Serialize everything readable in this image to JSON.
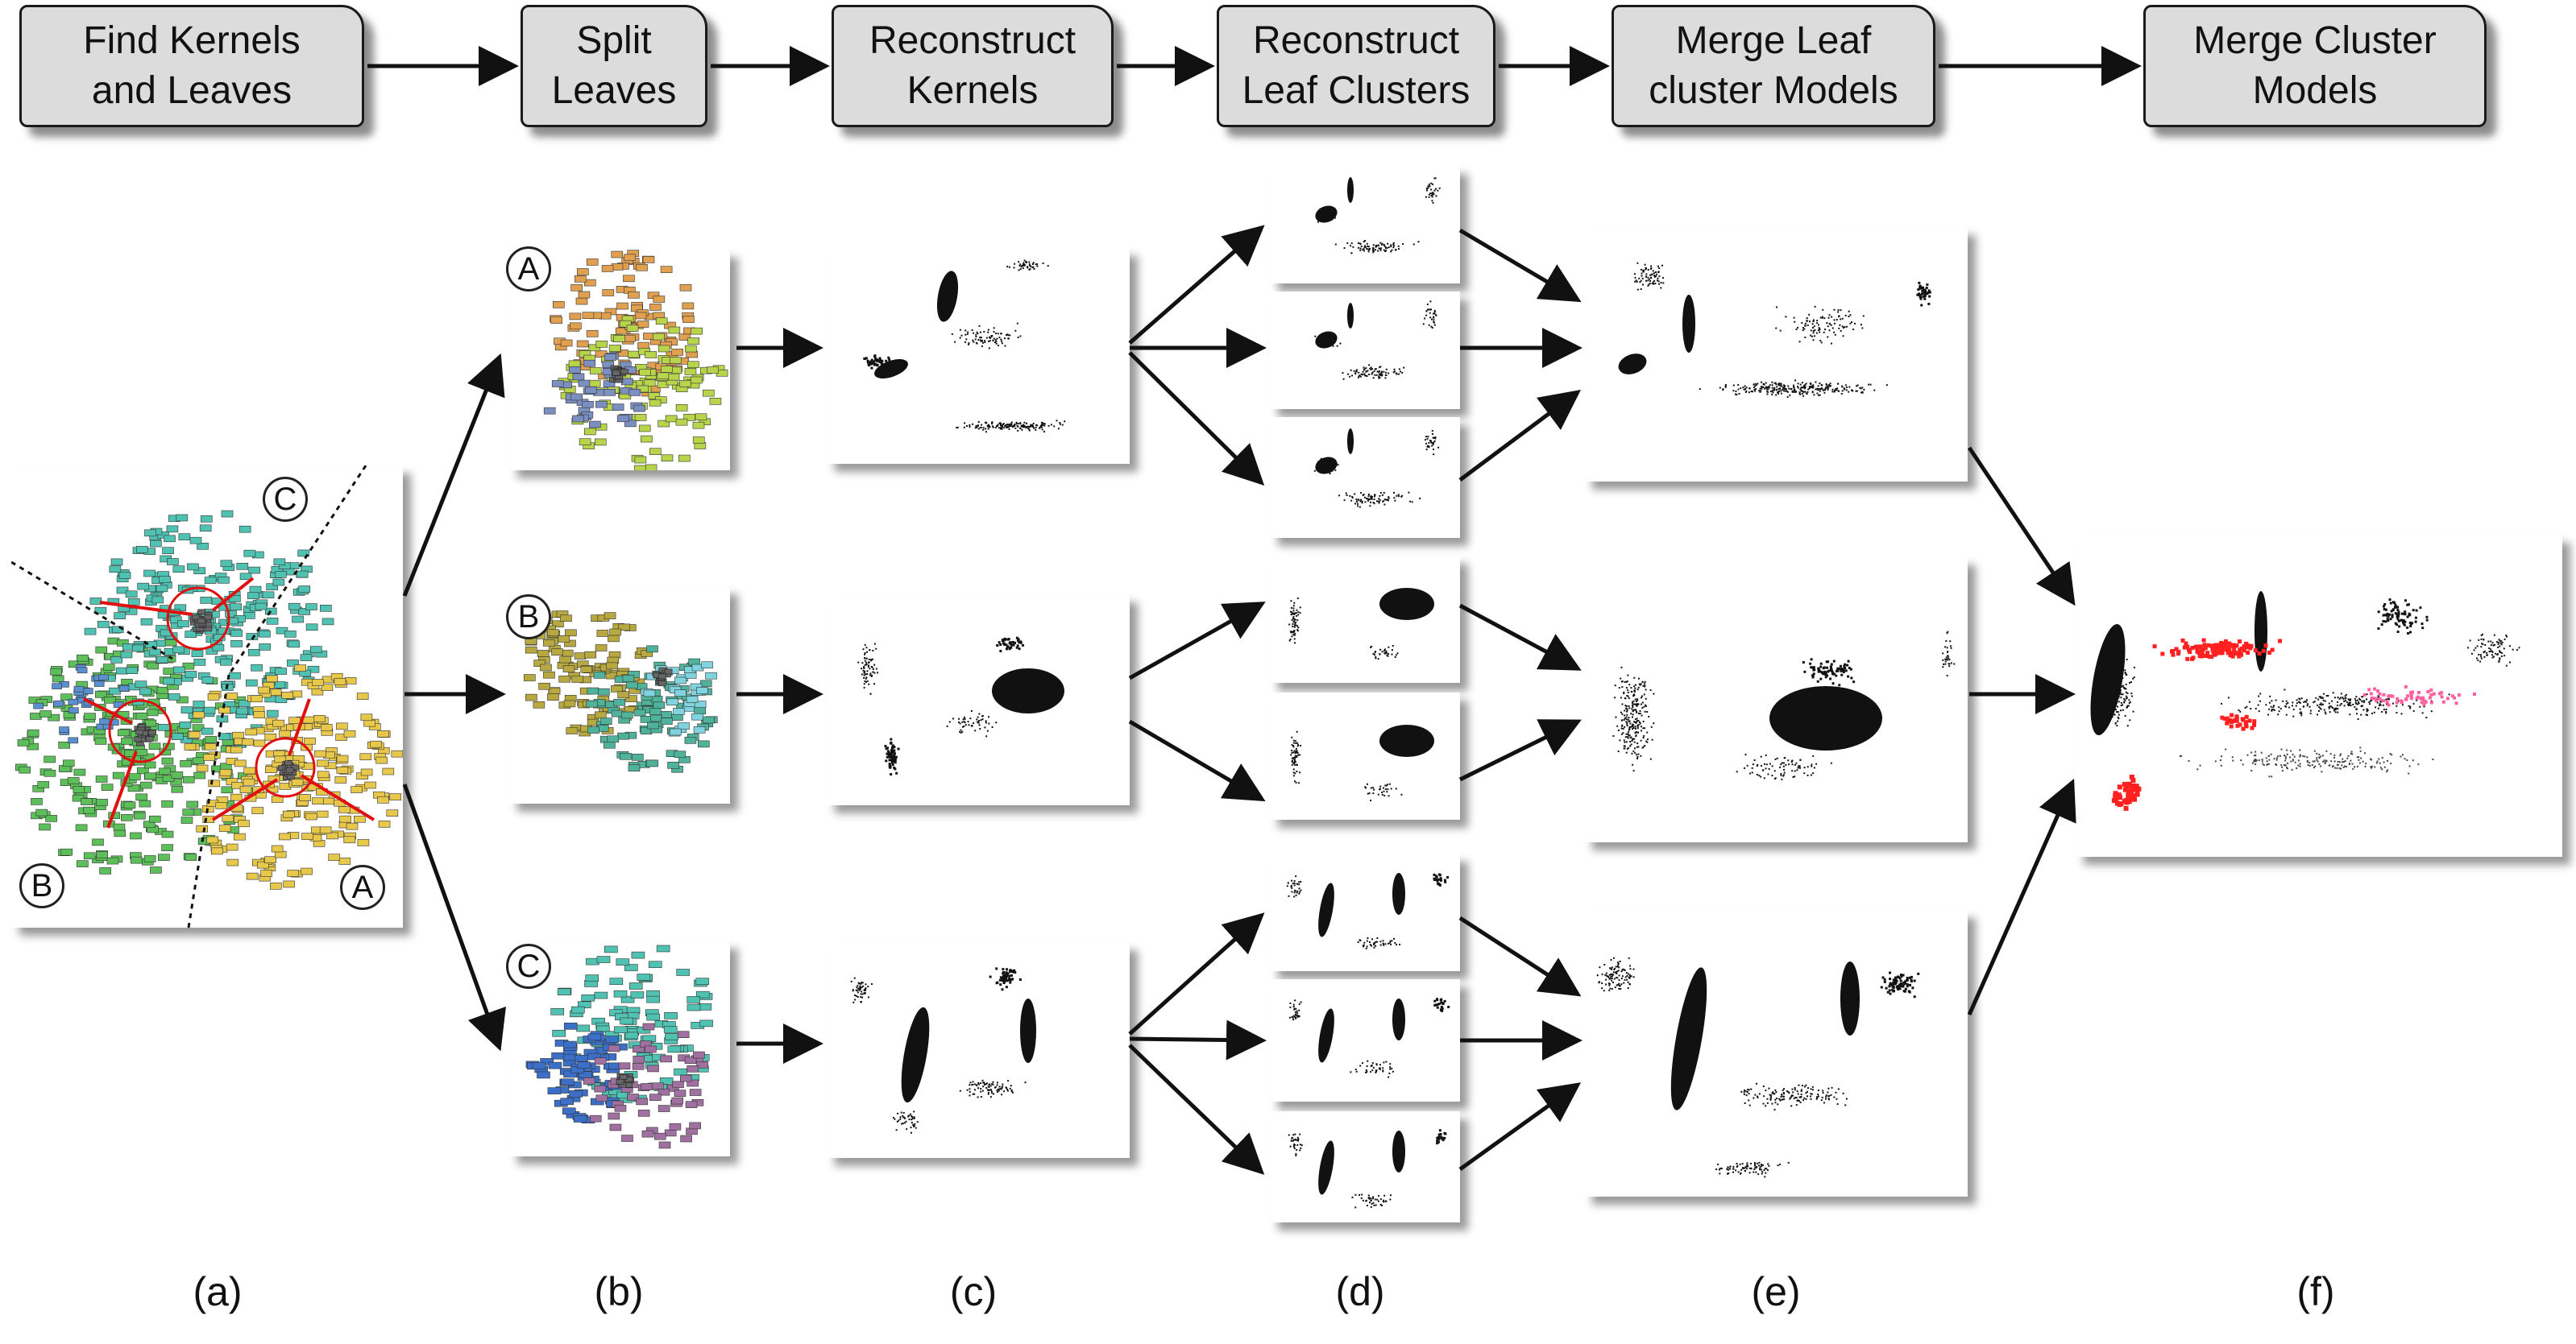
{
  "pipeline_steps": [
    {
      "key": "find",
      "label": "Find Kernels\nand Leaves"
    },
    {
      "key": "split",
      "label": "Split\nLeaves"
    },
    {
      "key": "reconstruct_kernels",
      "label": "Reconstruct\nKernels"
    },
    {
      "key": "reconstruct_leaf",
      "label": "Reconstruct\nLeaf Clusters"
    },
    {
      "key": "merge_leaf",
      "label": "Merge Leaf\ncluster Models"
    },
    {
      "key": "merge_cluster",
      "label": "Merge Cluster\nModels"
    }
  ],
  "cluster_labels": {
    "a": "A",
    "b": "B",
    "c": "C"
  },
  "column_labels": [
    "(a)",
    "(b)",
    "(c)",
    "(d)",
    "(e)",
    "(f)"
  ],
  "colors": {
    "step_fill": "#dcdcdc",
    "arrow": "#111111",
    "kernel_arrow": "#e01010",
    "merged_highlight": "#ff2020",
    "cluster_a": "#e8c84a",
    "cluster_b": "#5cbf5a",
    "cluster_c": "#4fc2b2"
  }
}
